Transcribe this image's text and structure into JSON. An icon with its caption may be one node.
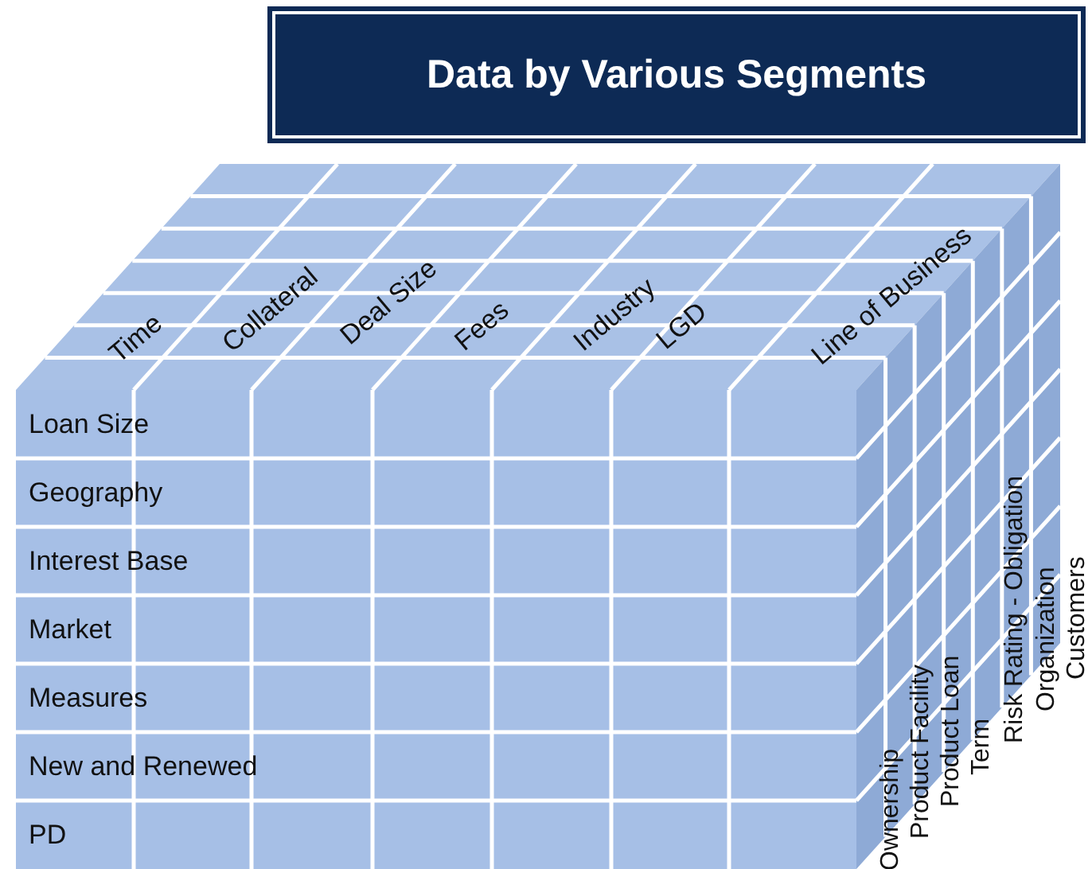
{
  "diagram": {
    "title": "Data by Various Segments",
    "labels": [
      "Loan Size",
      "Geography",
      "Interest Base",
      "Market",
      "Measures",
      "New and Renewed",
      "PD",
      "Time",
      "Collateral",
      "Deal Size",
      "Fees",
      "Industry",
      "LGD",
      "Line of Business",
      "Ownership",
      "Product Facility",
      "Product Loan",
      "Term",
      "Risk Rating - Obligation",
      "Organization",
      "Customers"
    ]
  }
}
